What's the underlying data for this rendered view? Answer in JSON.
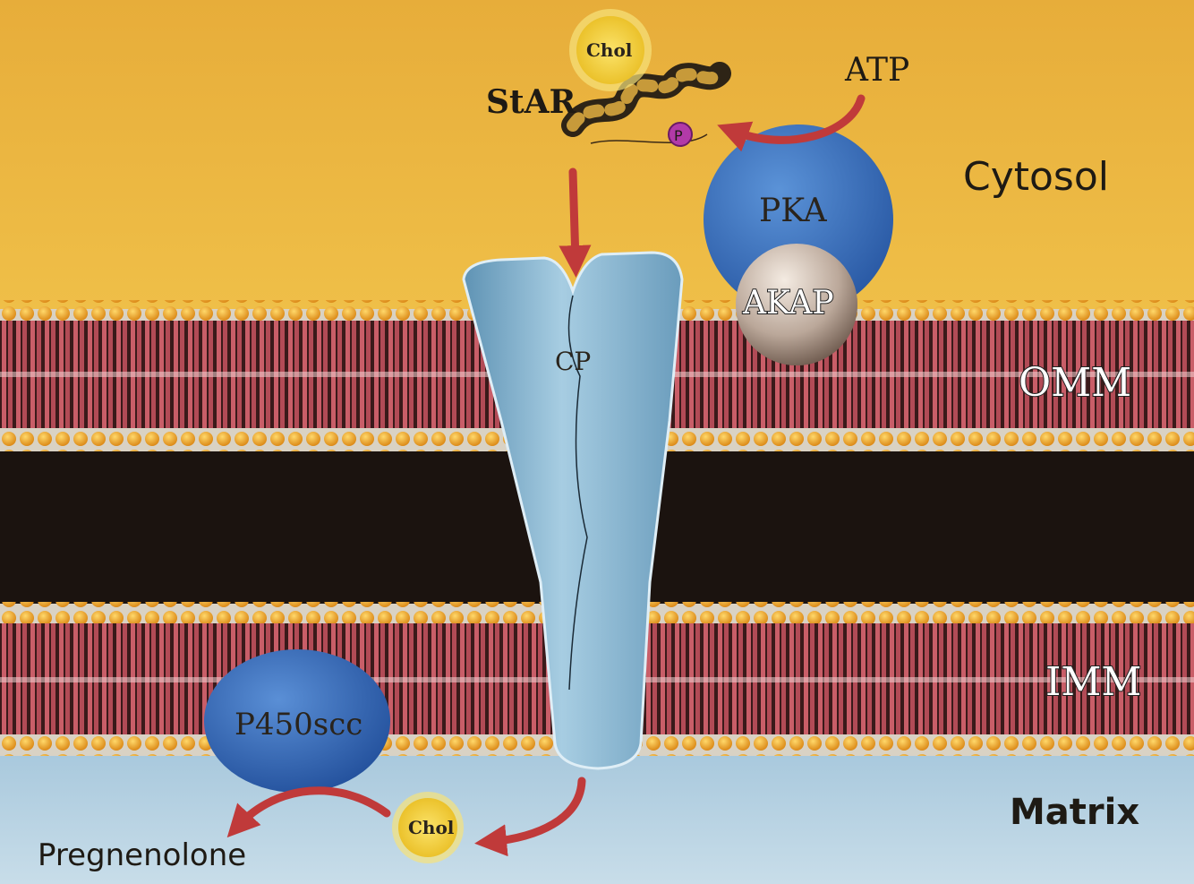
{
  "labels": {
    "cytosol": "Cytosol",
    "matrix": "Matrix",
    "omm": "OMM",
    "imm": "IMM",
    "star": "StAR",
    "atp": "ATP",
    "pka": "PKA",
    "akap": "AKAP",
    "cp": "CP",
    "p450scc": "P450scc",
    "chol_top": "Chol",
    "chol_bottom": "Chol",
    "pregnenolone": "Pregnenolone",
    "phosphate": "P"
  },
  "colors": {
    "cytosol": "#eab43e",
    "matrix": "#bcd6e6",
    "intermembrane_space": "#1c1410",
    "membrane_tails": "#b8525c",
    "head_groups": "#f0a72a",
    "pka": "#3a6fb8",
    "akap": "#b8a898",
    "cp_channel": "#7fb0cc",
    "p450scc": "#3168b4",
    "chol": "#f2d23a",
    "arrow": "#c03a3a",
    "phosphate": "#b03aa8"
  }
}
